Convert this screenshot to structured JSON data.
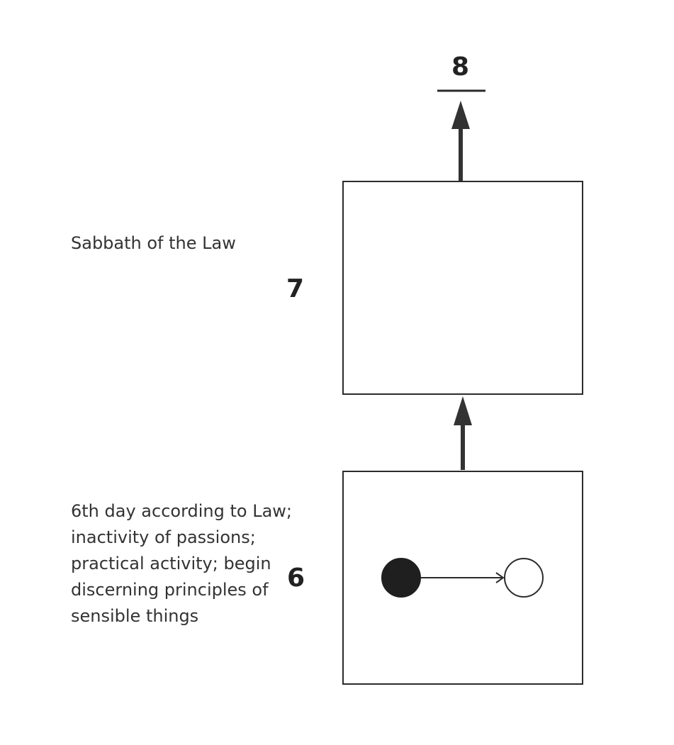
{
  "levels": {
    "top": {
      "number": "8"
    },
    "middle": {
      "number": "7",
      "label": "Sabbath of the Law"
    },
    "bottom": {
      "number": "6",
      "label_lines": [
        "6th day according to Law;",
        "inactivity of passions;",
        "practical activity; begin",
        "discerning principles of",
        "sensible things"
      ]
    }
  },
  "colors": {
    "stroke": "#2b2b2b",
    "filled_circle": "#1f1f1f",
    "hollow_circle": "#ffffff"
  }
}
